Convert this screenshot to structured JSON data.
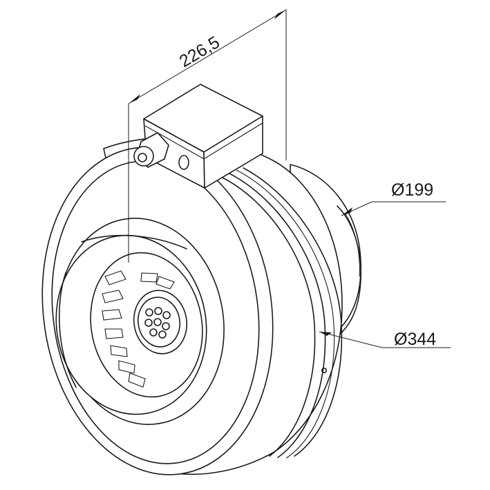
{
  "dimensions": {
    "length_label": "226,5",
    "inner_diameter_label": "Ø199",
    "outer_diameter_label": "Ø344"
  },
  "colors": {
    "line": "#1a1a1a",
    "background": "#ffffff"
  }
}
